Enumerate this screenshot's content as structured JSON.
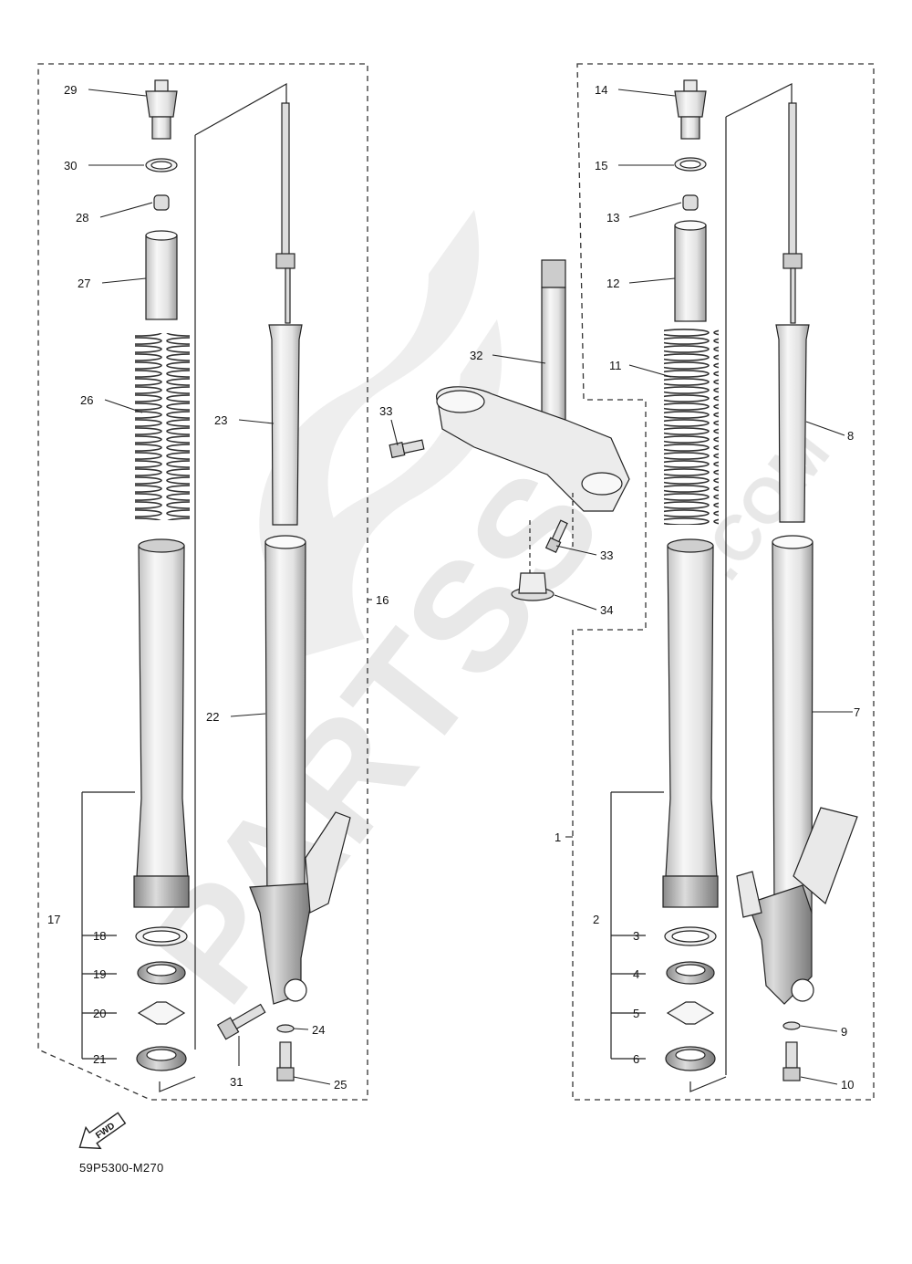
{
  "diagram": {
    "part_code": "59P5300-M270",
    "fwd_label": "FWD",
    "watermark": {
      "brand": "PARTSS",
      "domain": ".COM"
    },
    "colors": {
      "line": "#222222",
      "part_fill": "#f2f2f2",
      "part_shade": "#d0d0d0",
      "watermark": "#e6e6e6"
    },
    "labels": {
      "l1": "1",
      "l2": "2",
      "l3": "3",
      "l4": "4",
      "l5": "5",
      "l6": "6",
      "l7": "7",
      "l8": "8",
      "l9": "9",
      "l10": "10",
      "l11": "11",
      "l12": "12",
      "l13": "13",
      "l14": "14",
      "l15": "15",
      "l16": "16",
      "l17": "17",
      "l18": "18",
      "l19": "19",
      "l20": "20",
      "l21": "21",
      "l22": "22",
      "l23": "23",
      "l24": "24",
      "l25": "25",
      "l26": "26",
      "l27": "27",
      "l28": "28",
      "l29": "29",
      "l30": "30",
      "l31": "31",
      "l32": "32",
      "l33a": "33",
      "l33b": "33",
      "l34": "34"
    }
  }
}
